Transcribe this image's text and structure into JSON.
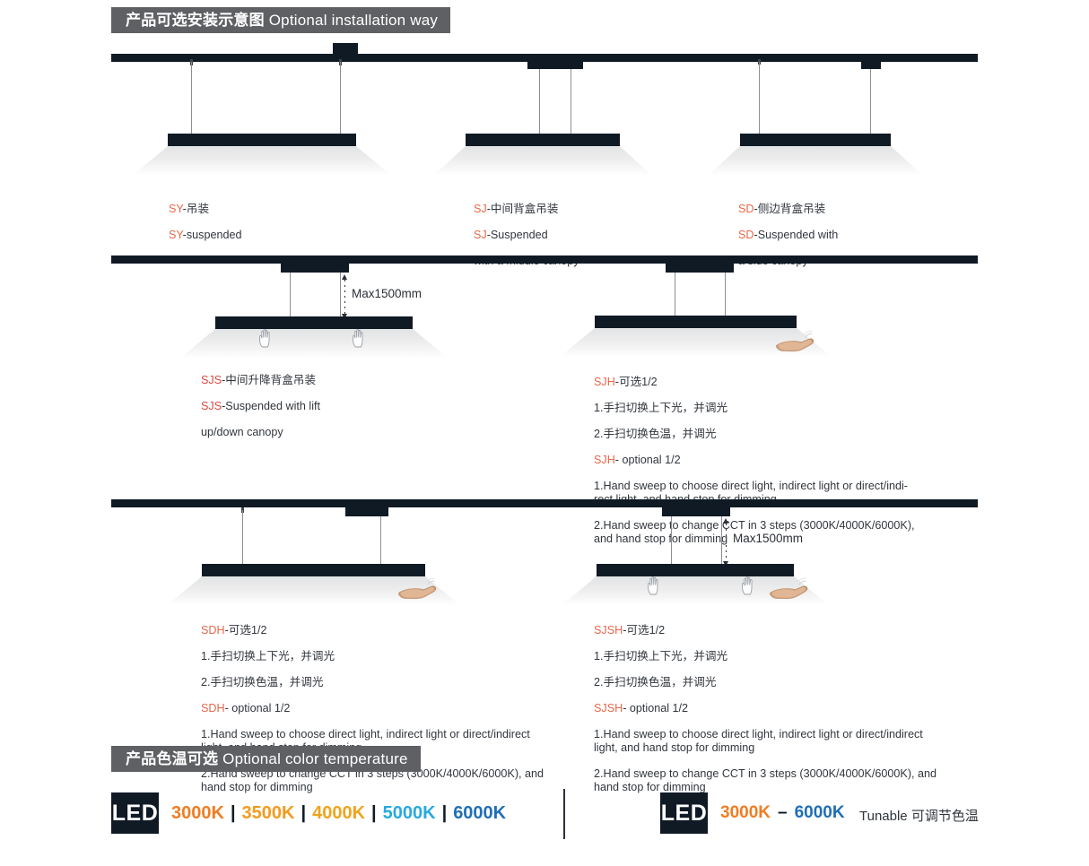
{
  "sections": {
    "installation": {
      "cn": "产品可选安装示意图",
      "en": "Optional installation way"
    },
    "color_temperature": {
      "cn": "产品色温可选",
      "en": "Optional color temperature"
    }
  },
  "dimension_labels": {
    "sjs": "Max1500mm",
    "sjsh": "Max1500mm"
  },
  "installations": [
    {
      "id": "sy",
      "code_cn": "SY",
      "title_cn": "-吊装",
      "code_en": "SY",
      "title_en": "-suspended",
      "extra_en": ""
    },
    {
      "id": "sj",
      "code_cn": "SJ",
      "title_cn": "-中间背盒吊装",
      "code_en": "SJ",
      "title_en": "-Suspended",
      "extra_en": "with a middle canopy"
    },
    {
      "id": "sd",
      "code_cn": "SD",
      "title_cn": "-侧边背盒吊装",
      "code_en": "SD",
      "title_en": "-Suspended with",
      "extra_en": "a side canopy"
    },
    {
      "id": "sjs",
      "code_cn": "SJS",
      "title_cn": "-中间升降背盒吊装",
      "code_en": "SJS",
      "title_en": "-Suspended with lift",
      "extra_en": "up/down canopy"
    }
  ],
  "sensor_blocks": [
    {
      "id": "sjh",
      "code": "SJH",
      "heading_cn": "-可选1/2",
      "cn_items": [
        "1.手扫切换上下光，并调光",
        "2.手扫切换色温，并调光"
      ],
      "heading_en": "- optional 1/2",
      "en_items": [
        "1.Hand sweep to choose direct light, indirect light or direct/indi-\nrect light, and hand stop for dimming",
        "2.Hand sweep to change CCT in 3 steps (3000K/4000K/6000K),\nand hand stop for dimming"
      ]
    },
    {
      "id": "sdh",
      "code": "SDH",
      "heading_cn": "-可选1/2",
      "cn_items": [
        "1.手扫切换上下光，并调光",
        "2.手扫切换色温，并调光"
      ],
      "heading_en": "- optional 1/2",
      "en_items": [
        "1.Hand sweep to choose direct light, indirect light or direct/indirect\nlight, and hand stop for dimming",
        "2.Hand sweep to change CCT in 3 steps (3000K/4000K/6000K), and\nhand stop for dimming"
      ]
    },
    {
      "id": "sjsh",
      "code": "SJSH",
      "heading_cn": "-可选1/2",
      "cn_items": [
        "1.手扫切换上下光，并调光",
        "2.手扫切换色温，并调光"
      ],
      "heading_en": "- optional 1/2",
      "en_items": [
        "1.Hand sweep to choose direct light, indirect light or direct/indirect\nlight, and hand stop for dimming",
        "2.Hand sweep to change CCT in 3 steps (3000K/4000K/6000K), and\nhand stop for dimming"
      ]
    }
  ],
  "cct": {
    "badge_label": "LED",
    "fixed_steps": [
      {
        "value": "3000K",
        "color": "#f07d23"
      },
      {
        "value": "3500K",
        "color": "#f59a1e"
      },
      {
        "value": "4000K",
        "color": "#f0a41c"
      },
      {
        "value": "5000K",
        "color": "#29a9e0"
      },
      {
        "value": "6000K",
        "color": "#1f6fb5"
      }
    ],
    "separator": "|",
    "tunable": {
      "badge_label": "LED",
      "from": "3000K",
      "from_color": "#f07d23",
      "dash": "–",
      "to": "6000K",
      "to_color": "#1f6fb5",
      "note": "Tunable 可调节色温"
    }
  },
  "colors": {
    "bar_bg": "#5f6063",
    "fixture": "#101a25",
    "accent_orange": "#e8684a",
    "accent_red": "#e0483e",
    "text": "#31363d"
  }
}
